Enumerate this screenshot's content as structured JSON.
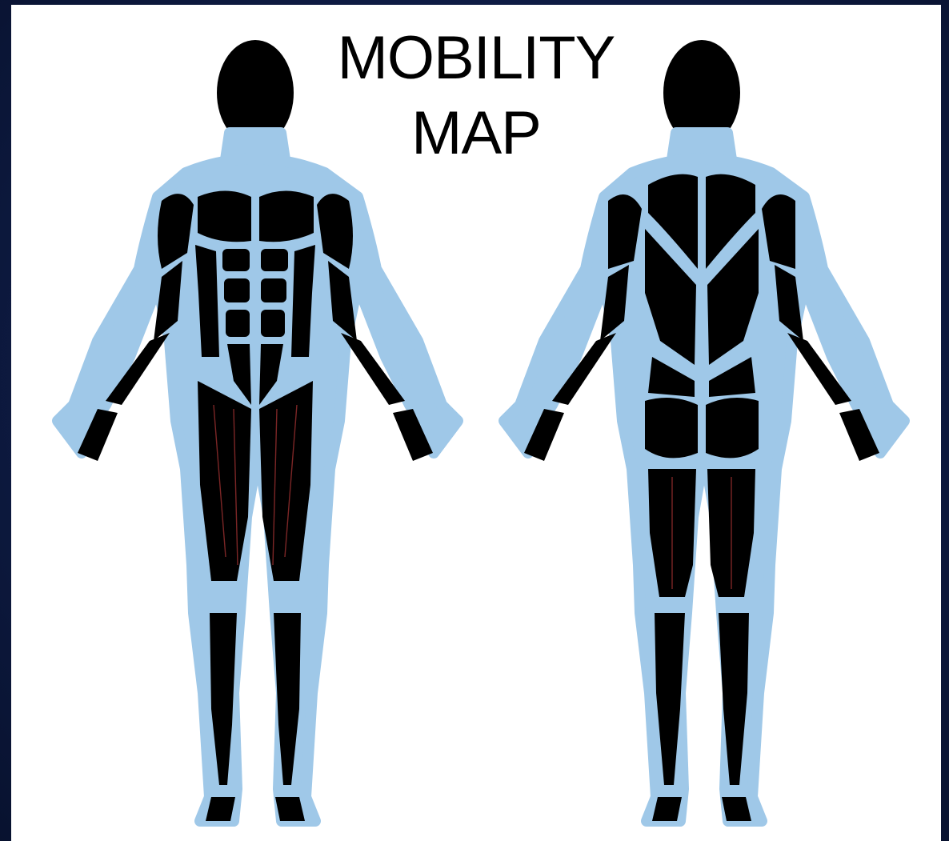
{
  "title": {
    "line1": "MOBILITY",
    "line2": "MAP"
  },
  "figures": [
    {
      "view": "front"
    },
    {
      "view": "back"
    }
  ],
  "colors": {
    "background": "#0f1c45",
    "panel": "#ffffff",
    "fascia": "#9fc8e8",
    "muscle": "#000000",
    "title": "#000000"
  }
}
